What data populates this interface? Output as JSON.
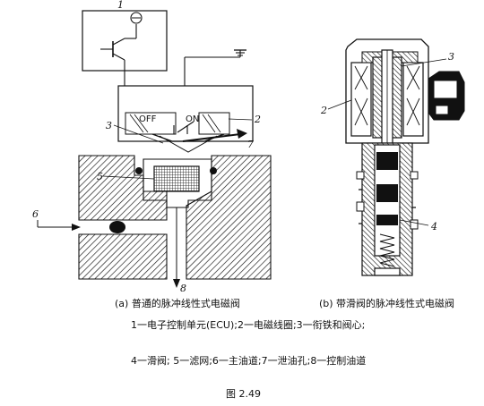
{
  "figure_a": {
    "caption": "(a) 普通的脉冲线性式电磁阀",
    "labels": {
      "n1": "1",
      "n2": "2",
      "n3": "3",
      "n5": "5",
      "n6": "6",
      "n7": "7",
      "n8": "8"
    },
    "switch_off": "OFF",
    "switch_on": "ON"
  },
  "figure_b": {
    "caption": "(b) 带滑阀的脉冲线性式电磁阀",
    "labels": {
      "n2": "2",
      "n3": "3",
      "n4": "4"
    }
  },
  "legend": {
    "line1": "1一电子控制单元(ECU);2一电磁线圈;3一衔铁和阀心;",
    "line2": "4一滑阀; 5一滤网;6一主油道;7一泄油孔;8一控制油道"
  },
  "figure_number": "图 2.49"
}
